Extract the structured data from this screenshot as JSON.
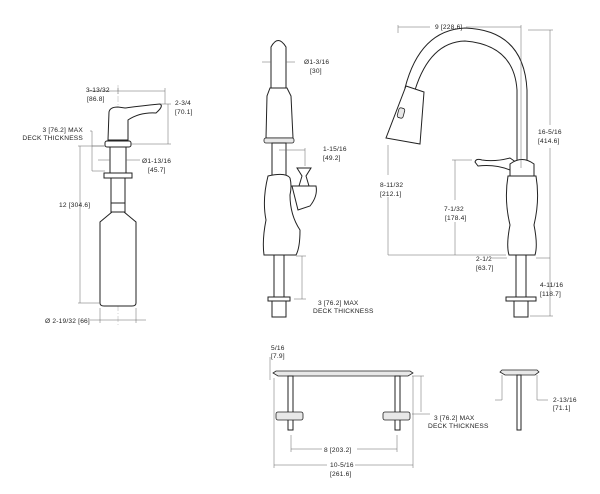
{
  "soap_dispenser": {
    "width_top": "3-13/32",
    "width_top_mm": "[86.8]",
    "pump_height": "2-3/4",
    "pump_height_mm": "[70.1]",
    "deck_max": "3  [76.2]  MAX",
    "deck_label": "DECK  THICKNESS",
    "shank_dia": "Ø1-13/16",
    "shank_dia_mm": "[45.7]",
    "below_deck": "12  [304.6]",
    "bottle_dia": "Ø 2-19/32  [66]"
  },
  "faucet_side": {
    "spout_dia": "Ø1-3/16",
    "spout_dia_mm": "[30]",
    "handle_offset": "1-15/16",
    "handle_offset_mm": "[49.2]",
    "deck_max": "3  [76.2]  MAX",
    "deck_label": "DECK  THICKNESS"
  },
  "faucet_front": {
    "reach": "9  [228.6]",
    "height": "16-5/16",
    "height_mm": "[414.6]",
    "spout_clearance": "8-11/32",
    "spout_clearance_mm": "[212.1]",
    "handle_height": "7-1/32",
    "handle_height_mm": "[178.4]",
    "base_dia": "2-1/2",
    "base_dia_mm": "[63.7]",
    "shank_length": "4-11/16",
    "shank_length_mm": "[118.7]"
  },
  "deck_plate": {
    "thickness": "5/16",
    "thickness_mm": "[7.9]",
    "deck_max": "3  [76.2]  MAX",
    "deck_label": "DECK  THICKNESS",
    "centers": "8  [203.2]",
    "width": "10-5/16",
    "width_mm": "[261.6]",
    "depth": "2-13/16",
    "depth_mm": "[71.1]"
  }
}
